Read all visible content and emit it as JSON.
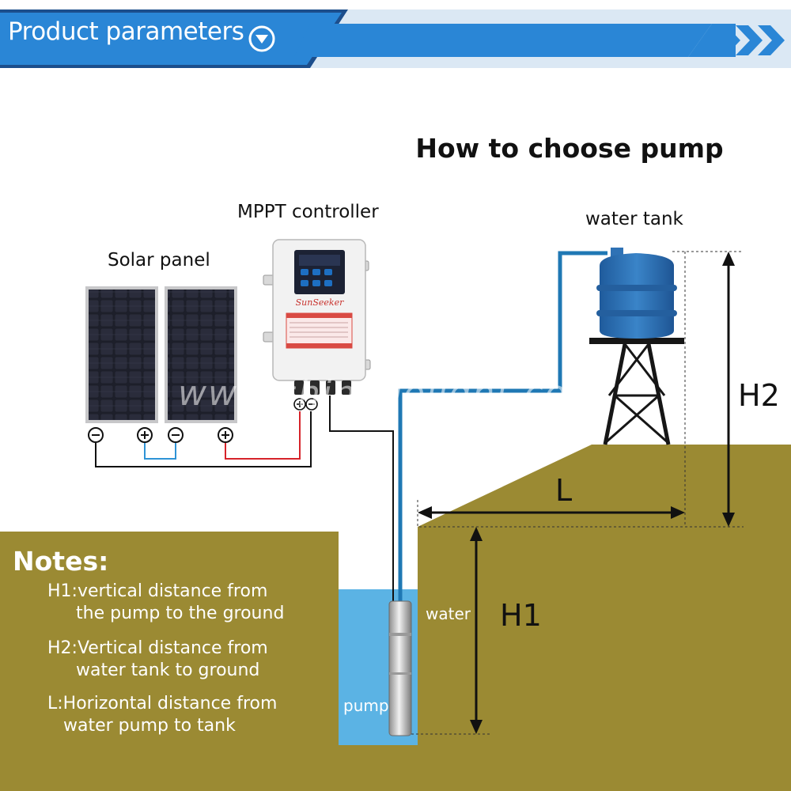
{
  "header": {
    "title": "Product parameters"
  },
  "diagram": {
    "title": "How to choose pump",
    "solar_panel_label": "Solar panel",
    "controller_label": "MPPT controller",
    "controller_brand": "SunSeeker",
    "water_tank_label": "water tank",
    "water_label": "water",
    "pump_label": "pump",
    "h1_label": "H1",
    "h2_label": "H2",
    "l_label": "L",
    "watermark": "www.shinedolight.com"
  },
  "notes": {
    "heading": "Notes:",
    "items": [
      {
        "line1": "H1:vertical distance from",
        "line2": "the pump to the ground"
      },
      {
        "line1": "H2:Vertical distance from",
        "line2": "water tank to ground"
      },
      {
        "line1": "L:Horizontal distance from",
        "line2": "water pump to tank"
      }
    ]
  },
  "colors": {
    "banner": "#2a86d6",
    "banner_dark": "#1c4e8c",
    "soil": "#9b8a33",
    "well_water": "#5bb3e4",
    "tank": "#2f72b5",
    "pipe": "#1f78b4",
    "wire_red": "#d6232a",
    "wire_blue": "#2e93d6"
  }
}
